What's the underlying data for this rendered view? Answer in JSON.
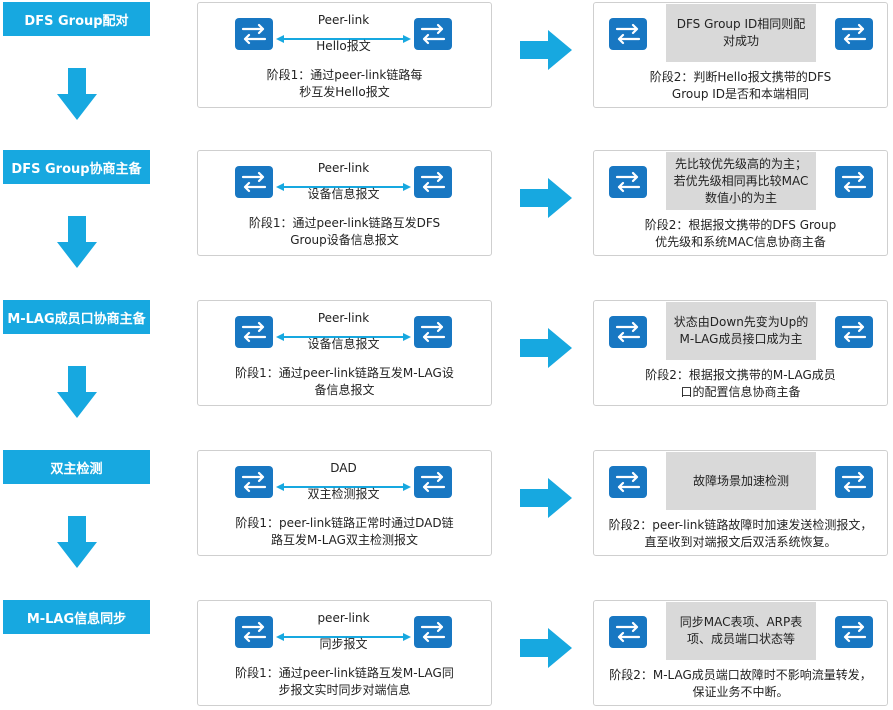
{
  "colors": {
    "label_bg": "#17a8e0",
    "arrow": "#17a8e0",
    "switch": "#1877c2",
    "gray_box": "#d9d9d9"
  },
  "icons": {
    "switch": "switch-icon",
    "down_arrow": "down-arrow-icon",
    "right_arrow": "right-arrow-icon"
  },
  "rows": [
    {
      "label": "DFS Group配对",
      "s1_top": "Peer-link",
      "s1_bottom": "Hello报文",
      "s1_desc": [
        "阶段1：通过peer-link链路每",
        "秒互发Hello报文"
      ],
      "s2_box": [
        "DFS Group ID相同则配",
        "对成功"
      ],
      "s2_desc": [
        "阶段2：判断Hello报文携带的DFS",
        "Group ID是否和本端相同"
      ]
    },
    {
      "label": "DFS Group协商主备",
      "s1_top": "Peer-link",
      "s1_bottom": "设备信息报文",
      "s1_desc": [
        "阶段1：通过peer-link链路互发DFS",
        "Group设备信息报文"
      ],
      "s2_box": [
        "先比较优先级高的为主；",
        "若优先级相同再比较MAC",
        "数值小的为主"
      ],
      "s2_desc": [
        "阶段2：根据报文携带的DFS Group",
        "优先级和系统MAC信息协商主备"
      ]
    },
    {
      "label": "M-LAG成员口协商主备",
      "s1_top": "Peer-link",
      "s1_bottom": "设备信息报文",
      "s1_desc": [
        "阶段1：通过peer-link链路互发M-LAG设",
        "备信息报文"
      ],
      "s2_box": [
        "状态由Down先变为Up的",
        "M-LAG成员接口成为主"
      ],
      "s2_desc": [
        "阶段2：根据报文携带的M-LAG成员",
        "口的配置信息协商主备"
      ]
    },
    {
      "label": "双主检测",
      "s1_top": "DAD",
      "s1_bottom": "双主检测报文",
      "s1_desc": [
        "阶段1：peer-link链路正常时通过DAD链",
        "路互发M-LAG双主检测报文"
      ],
      "s2_box": [
        "故障场景加速检测"
      ],
      "s2_desc": [
        "阶段2：peer-link链路故障时加速发送检测报文，",
        "直至收到对端报文后双活系统恢复。"
      ]
    },
    {
      "label": "M-LAG信息同步",
      "s1_top": "peer-link",
      "s1_bottom": "同步报文",
      "s1_desc": [
        "阶段1：通过peer-link链路互发M-LAG同",
        "步报文实时同步对端信息"
      ],
      "s2_box": [
        "同步MAC表项、ARP表",
        "项、成员端口状态等"
      ],
      "s2_desc": [
        "阶段2：M-LAG成员端口故障时不影响流量转发，",
        "保证业务不中断。"
      ]
    }
  ]
}
